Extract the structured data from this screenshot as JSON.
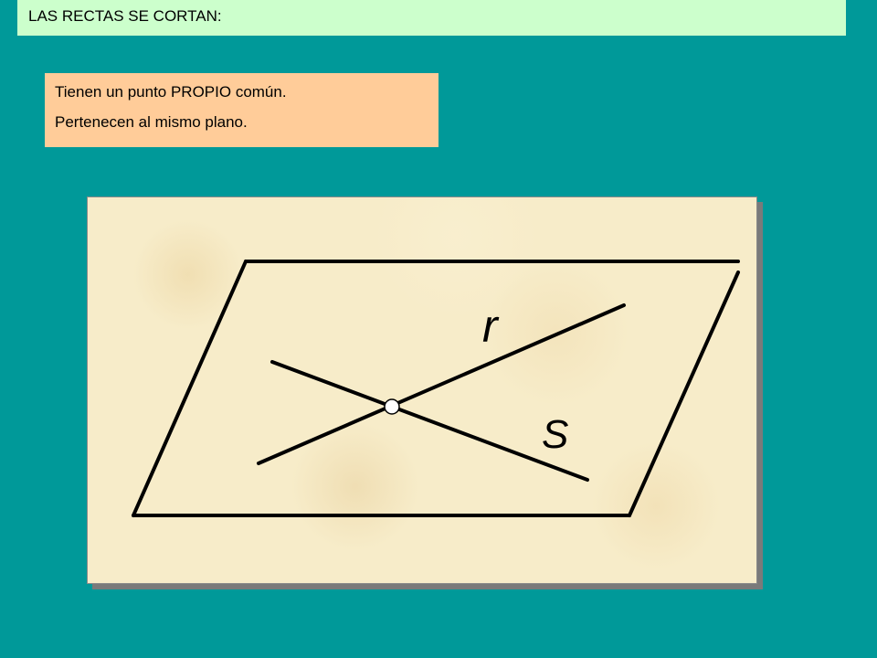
{
  "header": {
    "title": "LAS RECTAS SE CORTAN:"
  },
  "info": {
    "line1": "Tienen un punto PROPIO común.",
    "line2": "Pertenecen al mismo plano."
  },
  "diagram": {
    "label_r": "r",
    "label_s": "S"
  },
  "colors": {
    "background": "#009999",
    "title_bar": "#ccffcc",
    "info_box": "#ffcc99",
    "figure_paper": "#f7ecc9"
  }
}
